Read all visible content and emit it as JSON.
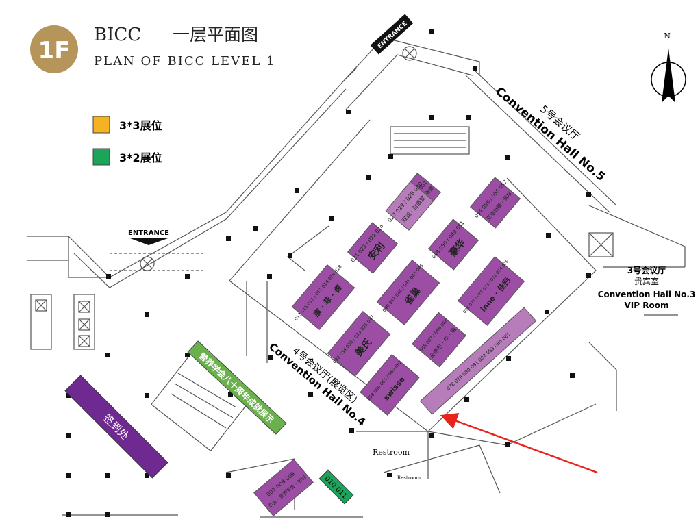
{
  "header": {
    "badge": "1F",
    "title_en": "BICC",
    "title_cn": "一层平面图",
    "subtitle": "PLAN OF BICC LEVEL 1"
  },
  "compass": {
    "label": "N"
  },
  "legend": [
    {
      "label": "3*3展位",
      "color": "#f5b324"
    },
    {
      "label": "3*2展位",
      "color": "#1aa55a"
    }
  ],
  "entrances": {
    "top": "ENTRANCE",
    "left": "ENTRANCE"
  },
  "halls": {
    "hall5_cn": "5号会议厅",
    "hall5_en": "Convention Hall No.5",
    "hall4_cn": "4号会议厅(展览区)",
    "hall4_en": "Convention Hall No.4",
    "hall3_cn": "3号会议厅",
    "hall3_cn2": "贵宾室",
    "hall3_en": "Convention Hall No.3",
    "hall3_en2": "VIP Room"
  },
  "rooms": {
    "restroom": "Restroom",
    "restroom_small": "Restroom"
  },
  "colors": {
    "booth_purple": "#9b4ea3",
    "booth_purple_light": "#b77dbb",
    "signin_purple": "#6e2a90",
    "banner_green": "#6ab04c",
    "badge_gold": "#b5955a",
    "arrow_red": "#e8231c"
  },
  "booths": [
    {
      "id": "b1",
      "nums": "027 029 / 028 030",
      "names": "双诚 · 益盛堂"
    },
    {
      "id": "b2",
      "nums": "031",
      "names": "普康"
    },
    {
      "id": "b3",
      "nums": "054 056 / 055 057",
      "names": "亚塔维斯 · 雅培"
    },
    {
      "id": "b4",
      "nums": "021 023 / 022 024",
      "names": "安利"
    },
    {
      "id": "b5",
      "nums": "048 050 / 049 051",
      "names": "豪华"
    },
    {
      "id": "b6",
      "nums": "013 015 017 / 012 014 016 018",
      "names": "康 · 菲 · 德"
    },
    {
      "id": "b7",
      "nums": "040 042 044 / 041 043 045",
      "names": "雀巢"
    },
    {
      "id": "b8",
      "nums": "075 077 / 071 073 / 072 074 076",
      "names": "inne · 佳钙"
    },
    {
      "id": "b9",
      "nums": "032 034 036 / 033 035 037",
      "names": "美氏"
    },
    {
      "id": "b10",
      "nums": "065 067 / 066 068",
      "names": "圣唐巴 · 华 · 瑞"
    },
    {
      "id": "b11",
      "nums": "058 059 061 / 060 062",
      "names": "swisse"
    },
    {
      "id": "b12",
      "nums": "078 079 080 081 082 083 084 085",
      "names": ""
    },
    {
      "id": "b13",
      "nums": "007 008 009",
      "names": "学会 · 营养学会 · 旭创"
    }
  ],
  "green_booth": {
    "label": "010 011"
  },
  "banner": {
    "label": "营养学会八十周年成就展示"
  },
  "signin": {
    "label": "签到处"
  }
}
